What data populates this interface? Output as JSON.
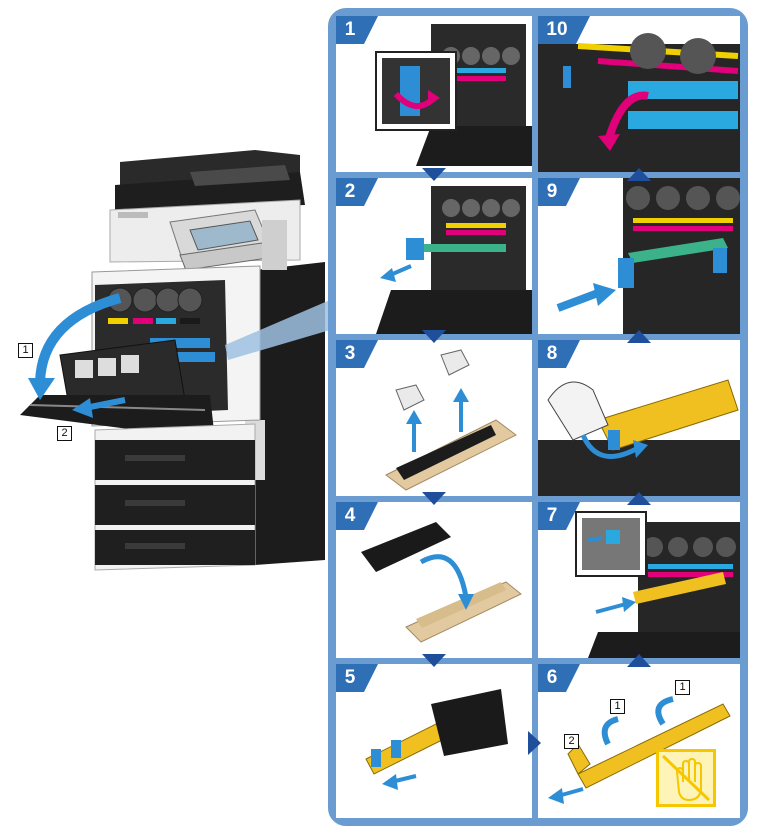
{
  "colors": {
    "frame": "#6a9bd1",
    "badge": "#2f6fb6",
    "flow_arrow": "#1f4f9a",
    "toner_yellow": "#f0d000",
    "toner_magenta": "#e0007a",
    "toner_cyan": "#2aa8e0",
    "toner_black": "#1a1a1a",
    "part_blue": "#2d8ed6",
    "caution": "#f6c600"
  },
  "overview": {
    "callouts": [
      "1",
      "2"
    ]
  },
  "steps": [
    {
      "number": "1",
      "desc_icon": "open-front-door"
    },
    {
      "number": "2",
      "desc_icon": "pull-out-toner-unit"
    },
    {
      "number": "3",
      "desc_icon": "remove-packing-caps"
    },
    {
      "number": "4",
      "desc_icon": "take-unit-from-box"
    },
    {
      "number": "5",
      "desc_icon": "remove-protective-bag"
    },
    {
      "number": "6",
      "desc_icon": "release-tabs",
      "callouts": [
        "1",
        "1",
        "2"
      ]
    },
    {
      "number": "7",
      "desc_icon": "insert-new-unit"
    },
    {
      "number": "8",
      "desc_icon": "push-in-unit"
    },
    {
      "number": "9",
      "desc_icon": "slide-lever"
    },
    {
      "number": "10",
      "desc_icon": "close-lever"
    }
  ],
  "icons": {
    "caution": "do-not-touch-hand-icon"
  }
}
